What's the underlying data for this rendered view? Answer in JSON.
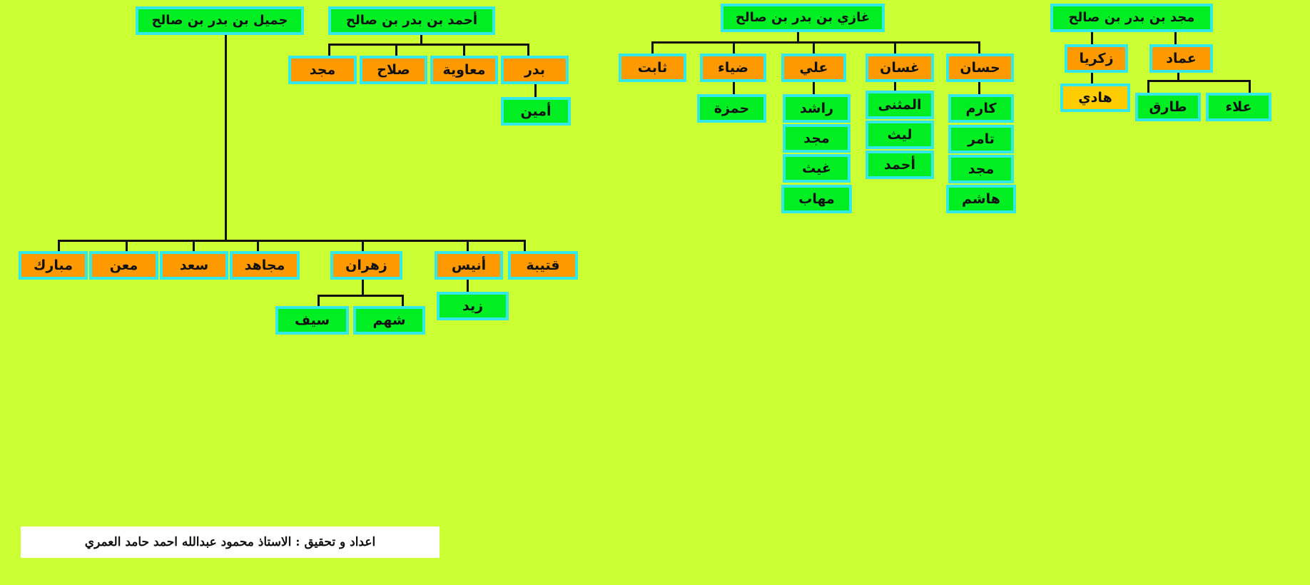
{
  "trees": {
    "jamil": {
      "root": "جميل بن بدر بن صالح",
      "children": [
        "قتيبة",
        "أنيس",
        "زهران",
        "مجاهد",
        "سعد",
        "معن",
        "مبارك"
      ],
      "anis_children": [
        "زيد"
      ],
      "zahran_children": [
        "شهم",
        "سيف"
      ]
    },
    "ahmad": {
      "root": "أحمد بن  بدر بن صالح",
      "children": [
        "بدر",
        "معاوية",
        "صلاح",
        "مجد"
      ],
      "badr_children": [
        "أمين"
      ]
    },
    "ghazi": {
      "root": "غازي بن بدر بن صالح",
      "children": [
        "حسان",
        "غسان",
        "علي",
        "ضياء",
        "ثابت"
      ],
      "hassan_children": [
        "كارم",
        "تامر",
        "مجد",
        "هاشم"
      ],
      "ghassan_children": [
        "المثنى",
        "ليث",
        "أحمد"
      ],
      "ali_children": [
        "راشد",
        "مجد",
        "غيث",
        "مهاب"
      ],
      "diya_children": [
        "حمزة"
      ]
    },
    "majd": {
      "root": "مجد بن بدر بن صالح",
      "children": [
        "عماد",
        "زكريا"
      ],
      "imad_children": [
        "علاء",
        "طارق"
      ],
      "zakariya_children": [
        "هادي"
      ]
    }
  },
  "footer": "اعداد و تحقيق  :   الاستاذ محمود عبدالله احمد حامد العمري",
  "colors": {
    "background": "#ccff33",
    "root_fill": "#00ee22",
    "child_fill": "#ff9900",
    "leaf_fill": "#00ee22",
    "highlight_fill": "#ffcc00",
    "border": "#33e8e8",
    "connector": "#111111"
  }
}
